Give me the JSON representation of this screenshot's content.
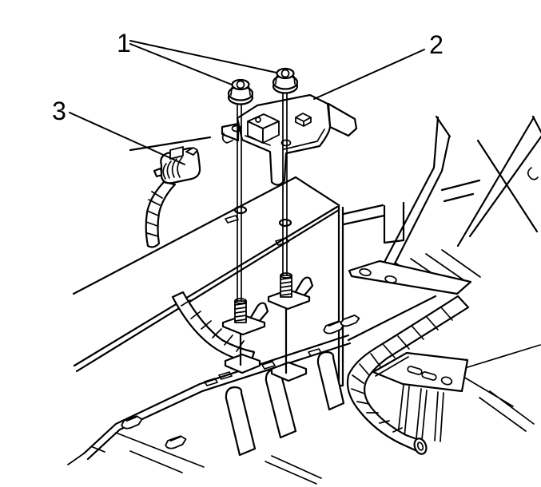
{
  "figure": {
    "type": "technical-illustration",
    "ink_color": "#000000",
    "background_color": "#ffffff",
    "callouts": [
      {
        "label": "1"
      },
      {
        "label": "2"
      },
      {
        "label": "3"
      }
    ]
  }
}
